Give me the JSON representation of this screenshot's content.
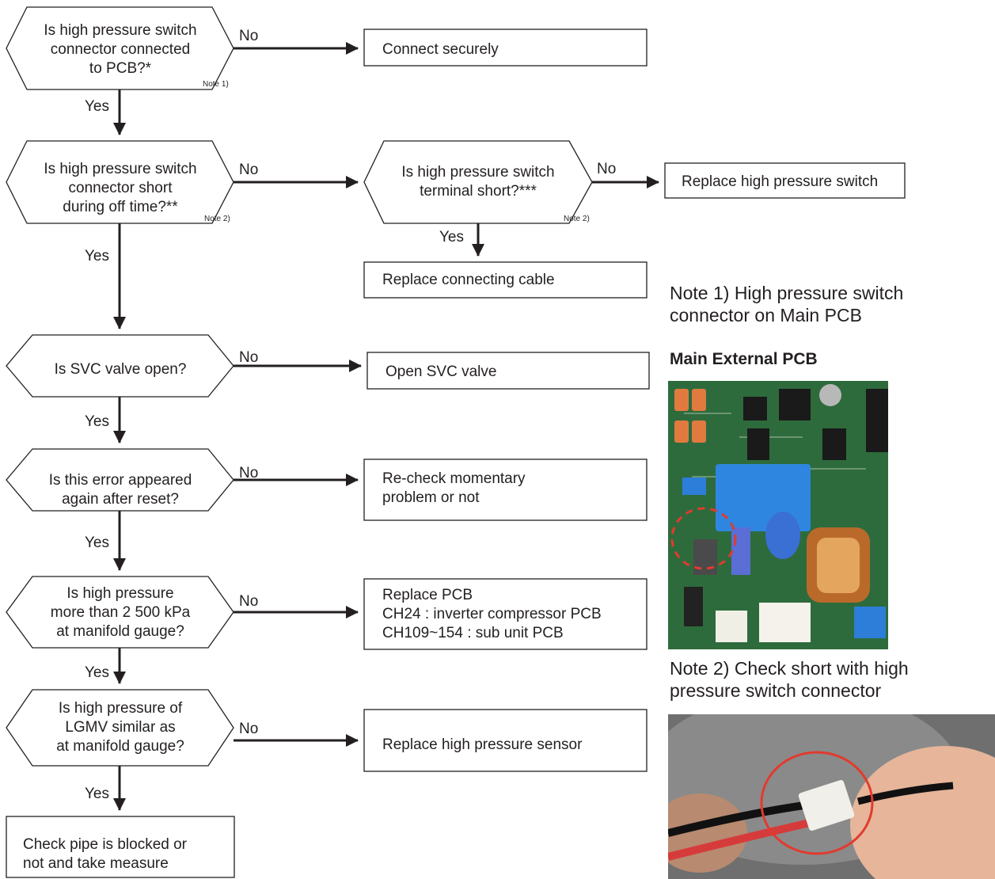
{
  "decisions": {
    "d1": "Is high pressure switch\nconnector connected\nto PCB?*",
    "d2": "Is high pressure switch\nconnector short\nduring off time?**",
    "d3": "Is high pressure switch\nterminal short?***",
    "d4": "Is SVC valve open?",
    "d5": "Is this error appeared\nagain after reset?",
    "d6": "Is high pressure\nmore than 2 500 kPa\nat manifold gauge?",
    "d7": "Is high pressure of\nLGMV similar as\nat manifold gauge?"
  },
  "actions": {
    "a1": "Connect securely",
    "a2": "Replace high pressure switch",
    "a3": "Replace connecting cable",
    "a4": "Open SVC valve",
    "a5": "Re-check momentary\nproblem or not",
    "a6": "Replace PCB\nCH24 : inverter compressor PCB\nCH109~154 : sub unit PCB",
    "a7": "Replace high pressure sensor",
    "a8": "Check pipe is blocked or\nnot and take measure"
  },
  "labels": {
    "yes": "Yes",
    "no": "No"
  },
  "note_refs": {
    "n1": "Note 1)",
    "n2": "Note 2)"
  },
  "notes": {
    "note1": "Note 1) High pressure switch\n        connector on Main PCB",
    "main_pcb_heading": "Main External PCB",
    "note2": "Note 2) Check short with high\n        pressure switch connector"
  },
  "colors": {
    "line": "#231f20",
    "highlight": "#e23a2e",
    "pcb": "#2e6b3c"
  }
}
